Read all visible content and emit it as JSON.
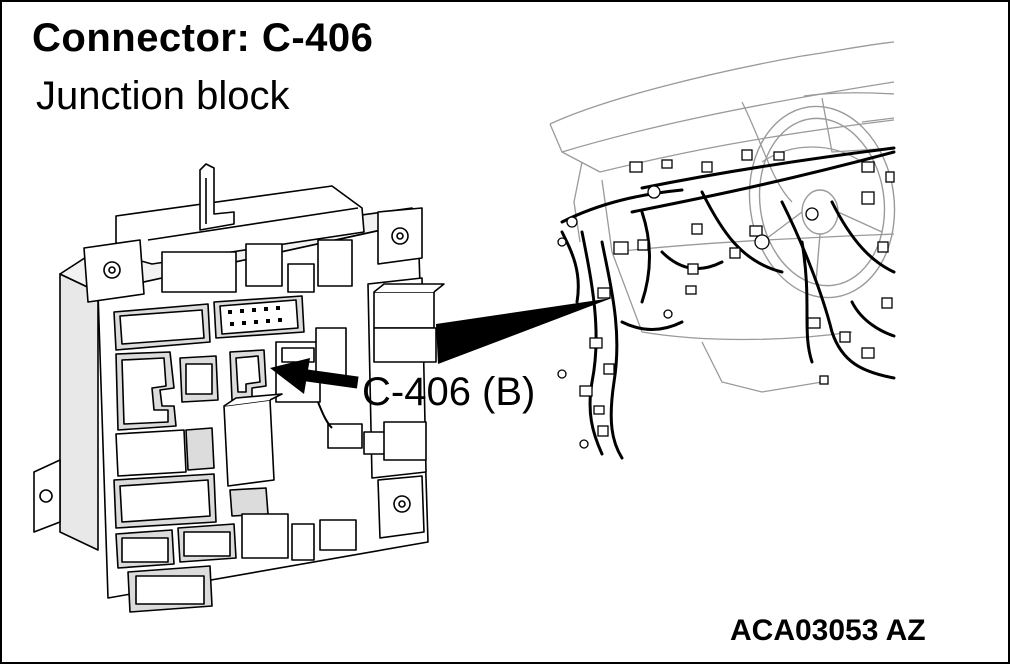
{
  "figure": {
    "title": "Connector: C-406",
    "subtitle": "Junction block",
    "callout_label": "C-406 (B)",
    "figure_code": "ACA03053 AZ"
  },
  "colors": {
    "line": "#000000",
    "light_line": "#9a9a9a",
    "fill": "#ffffff",
    "shade": "#e8e8e8",
    "connector_fill": "#dcdcdc"
  }
}
